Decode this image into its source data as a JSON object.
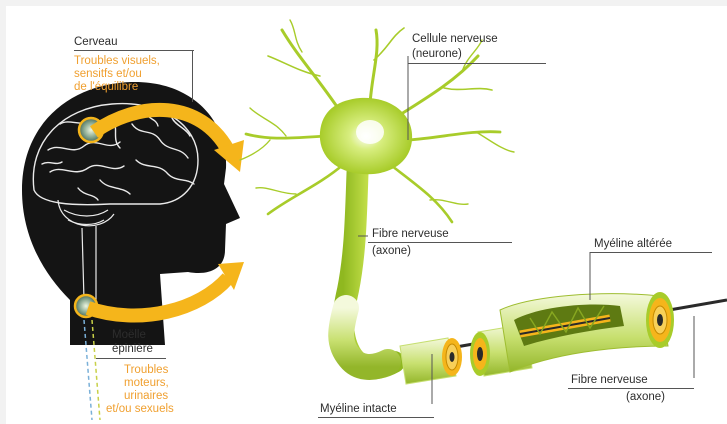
{
  "labels": {
    "cerveau": "Cerveau",
    "symptoms_brain": [
      "Troubles visuels,",
      "sensitfs et/ou",
      "de l'équilibre"
    ],
    "moelle": [
      "Moëlle",
      "épinière"
    ],
    "symptoms_spine": [
      "Troubles",
      "moteurs,",
      "urinaires",
      "et/ou sexuels"
    ],
    "cellule": [
      "Cellule nerveuse",
      "(neurone)"
    ],
    "fibre_top": [
      "Fibre nerveuse",
      "(axone)"
    ],
    "myeline_alteree": "Myéline altérée",
    "fibre_bottom": [
      "Fibre nerveuse",
      "(axone)"
    ],
    "myeline_intacte": "Myéline intacte"
  },
  "colors": {
    "neuron": "#a8cc2a",
    "myelin": "#f5b51b",
    "head": "#141414",
    "arrow": "#f5b51b",
    "label": "#2d2d2d",
    "symptom_text": "#f0a030"
  }
}
